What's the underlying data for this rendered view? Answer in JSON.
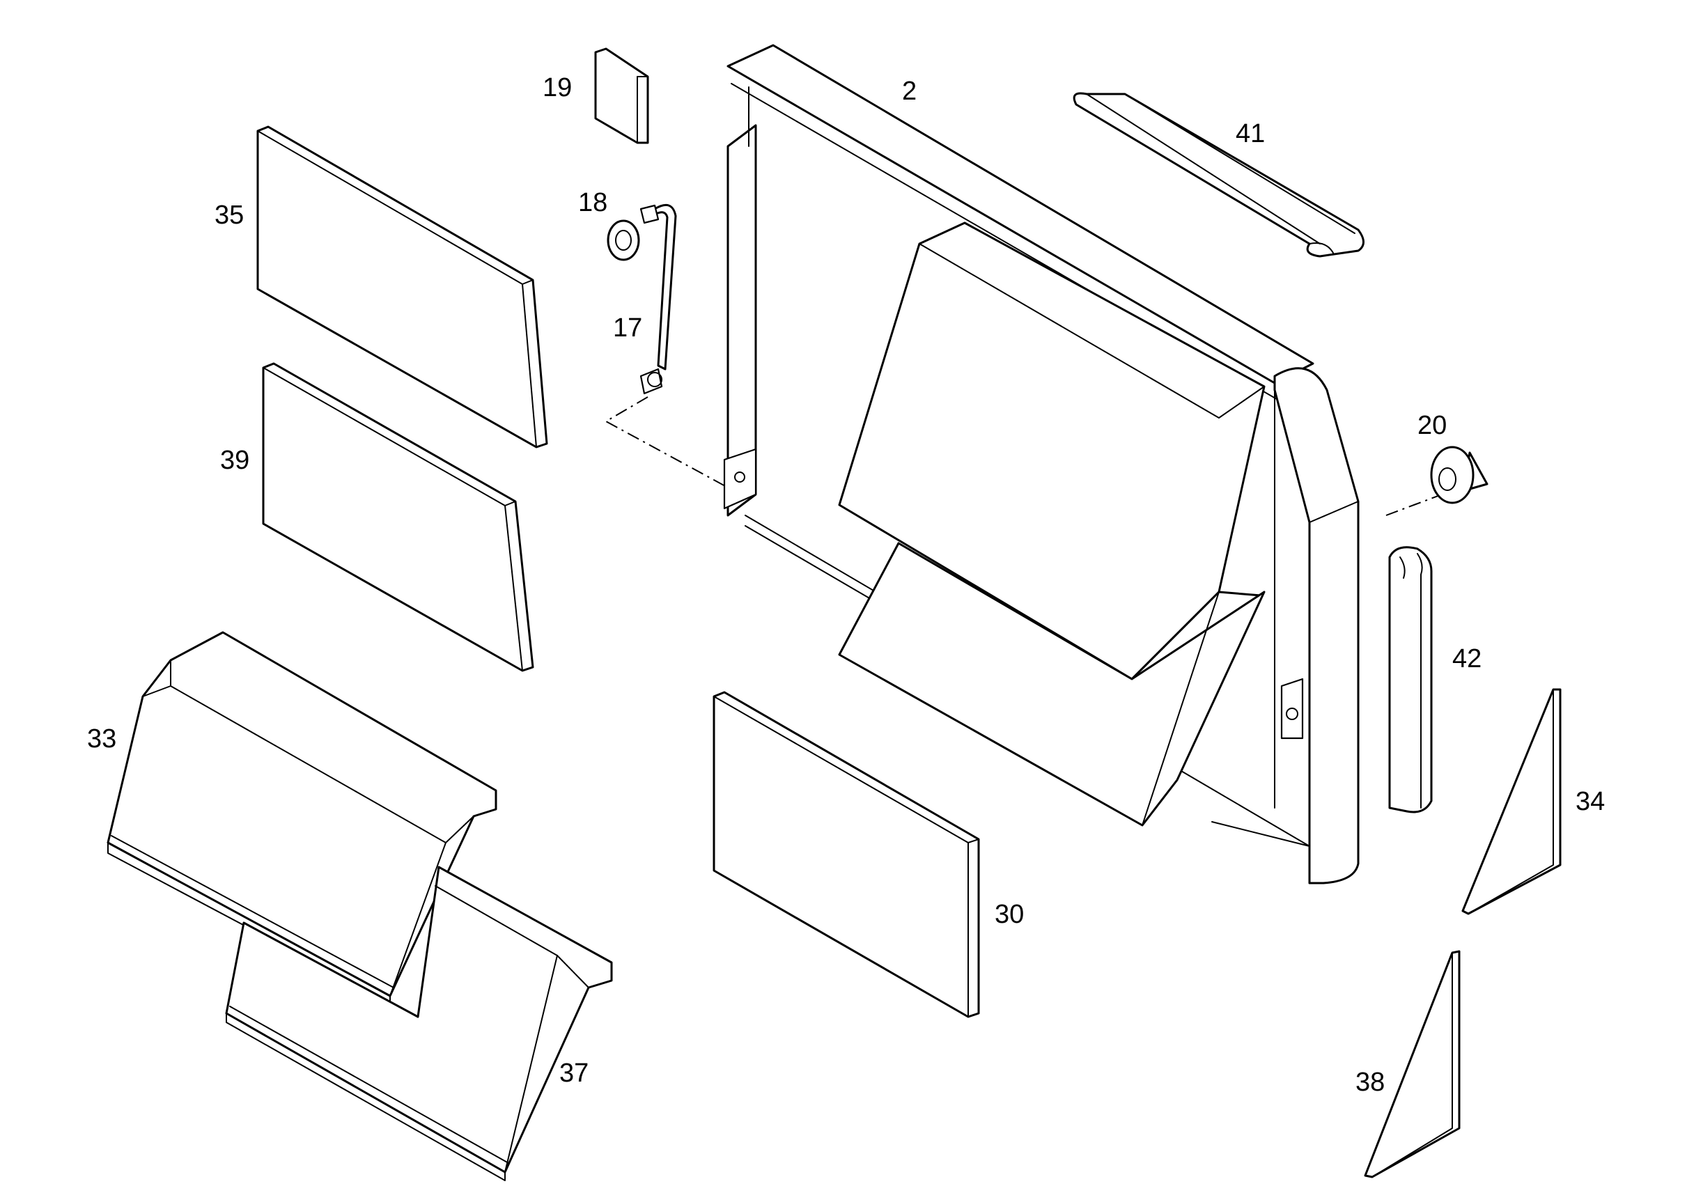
{
  "diagram": {
    "type": "exploded-parts-drawing",
    "background": "#ffffff",
    "line_color": "#000000"
  },
  "callouts": [
    {
      "id": "p2",
      "text": "2"
    },
    {
      "id": "p17",
      "text": "17"
    },
    {
      "id": "p18",
      "text": "18"
    },
    {
      "id": "p19",
      "text": "19"
    },
    {
      "id": "p20",
      "text": "20"
    },
    {
      "id": "p30",
      "text": "30"
    },
    {
      "id": "p33",
      "text": "33"
    },
    {
      "id": "p34",
      "text": "34"
    },
    {
      "id": "p35",
      "text": "35"
    },
    {
      "id": "p37",
      "text": "37"
    },
    {
      "id": "p38",
      "text": "38"
    },
    {
      "id": "p39",
      "text": "39"
    },
    {
      "id": "p41",
      "text": "41"
    },
    {
      "id": "p42",
      "text": "42"
    }
  ]
}
